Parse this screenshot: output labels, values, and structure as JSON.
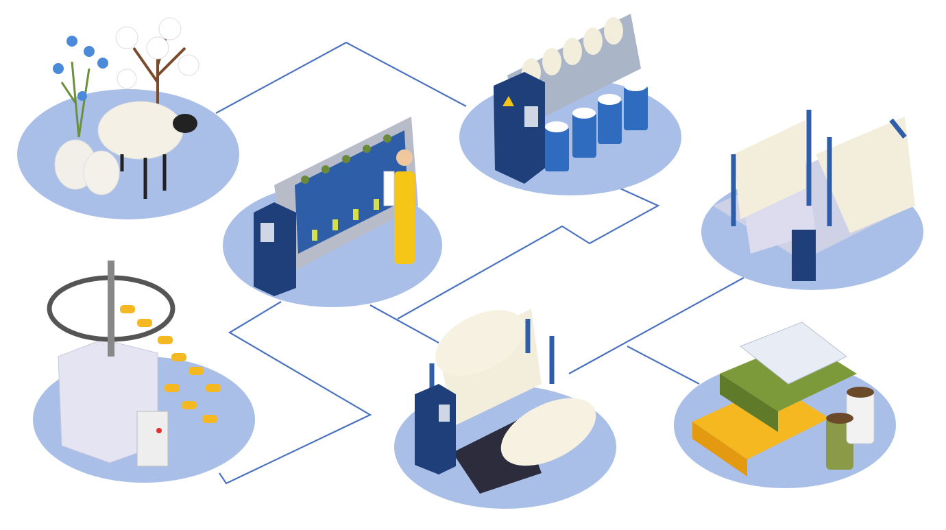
{
  "colors": {
    "background": "#ffffff",
    "platform": "#a9bfe8",
    "connector": "#4a72c0",
    "machine_blue": "#2f5ea8",
    "machine_dark": "#1f3f7a",
    "fabric_cream": "#f3eedc",
    "yarn_yellow": "#f5b820",
    "fabric_green": "#7d9a3a",
    "sheep_wool": "#f4f0e6"
  },
  "stages": [
    {
      "id": "raw-materials",
      "icon": "sheep-cotton-flax-icon"
    },
    {
      "id": "spinning",
      "icon": "spinning-frame-with-worker-icon"
    },
    {
      "id": "roving",
      "icon": "roving-frame-icon"
    },
    {
      "id": "weaving",
      "icon": "loom-icon"
    },
    {
      "id": "knitting",
      "icon": "circular-knitting-machine-icon"
    },
    {
      "id": "finishing",
      "icon": "fabric-rolling-machine-icon"
    },
    {
      "id": "products",
      "icon": "folded-fabric-and-thread-spools-icon"
    }
  ]
}
